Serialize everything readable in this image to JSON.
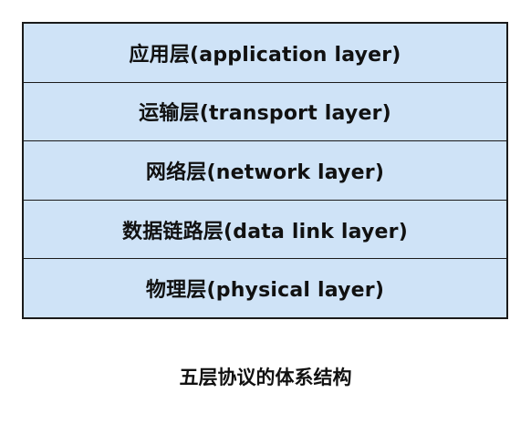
{
  "layers": [
    {
      "label": "应用层(application layer)"
    },
    {
      "label": "运输层(transport layer)"
    },
    {
      "label": "网络层(network layer)"
    },
    {
      "label": "数据链路层(data link layer)"
    },
    {
      "label": "物理层(physical layer)"
    }
  ],
  "caption": "五层协议的体系结构",
  "colors": {
    "layer_fill": "#cfe3f7",
    "border": "#1a1a1a",
    "text": "#111111"
  }
}
